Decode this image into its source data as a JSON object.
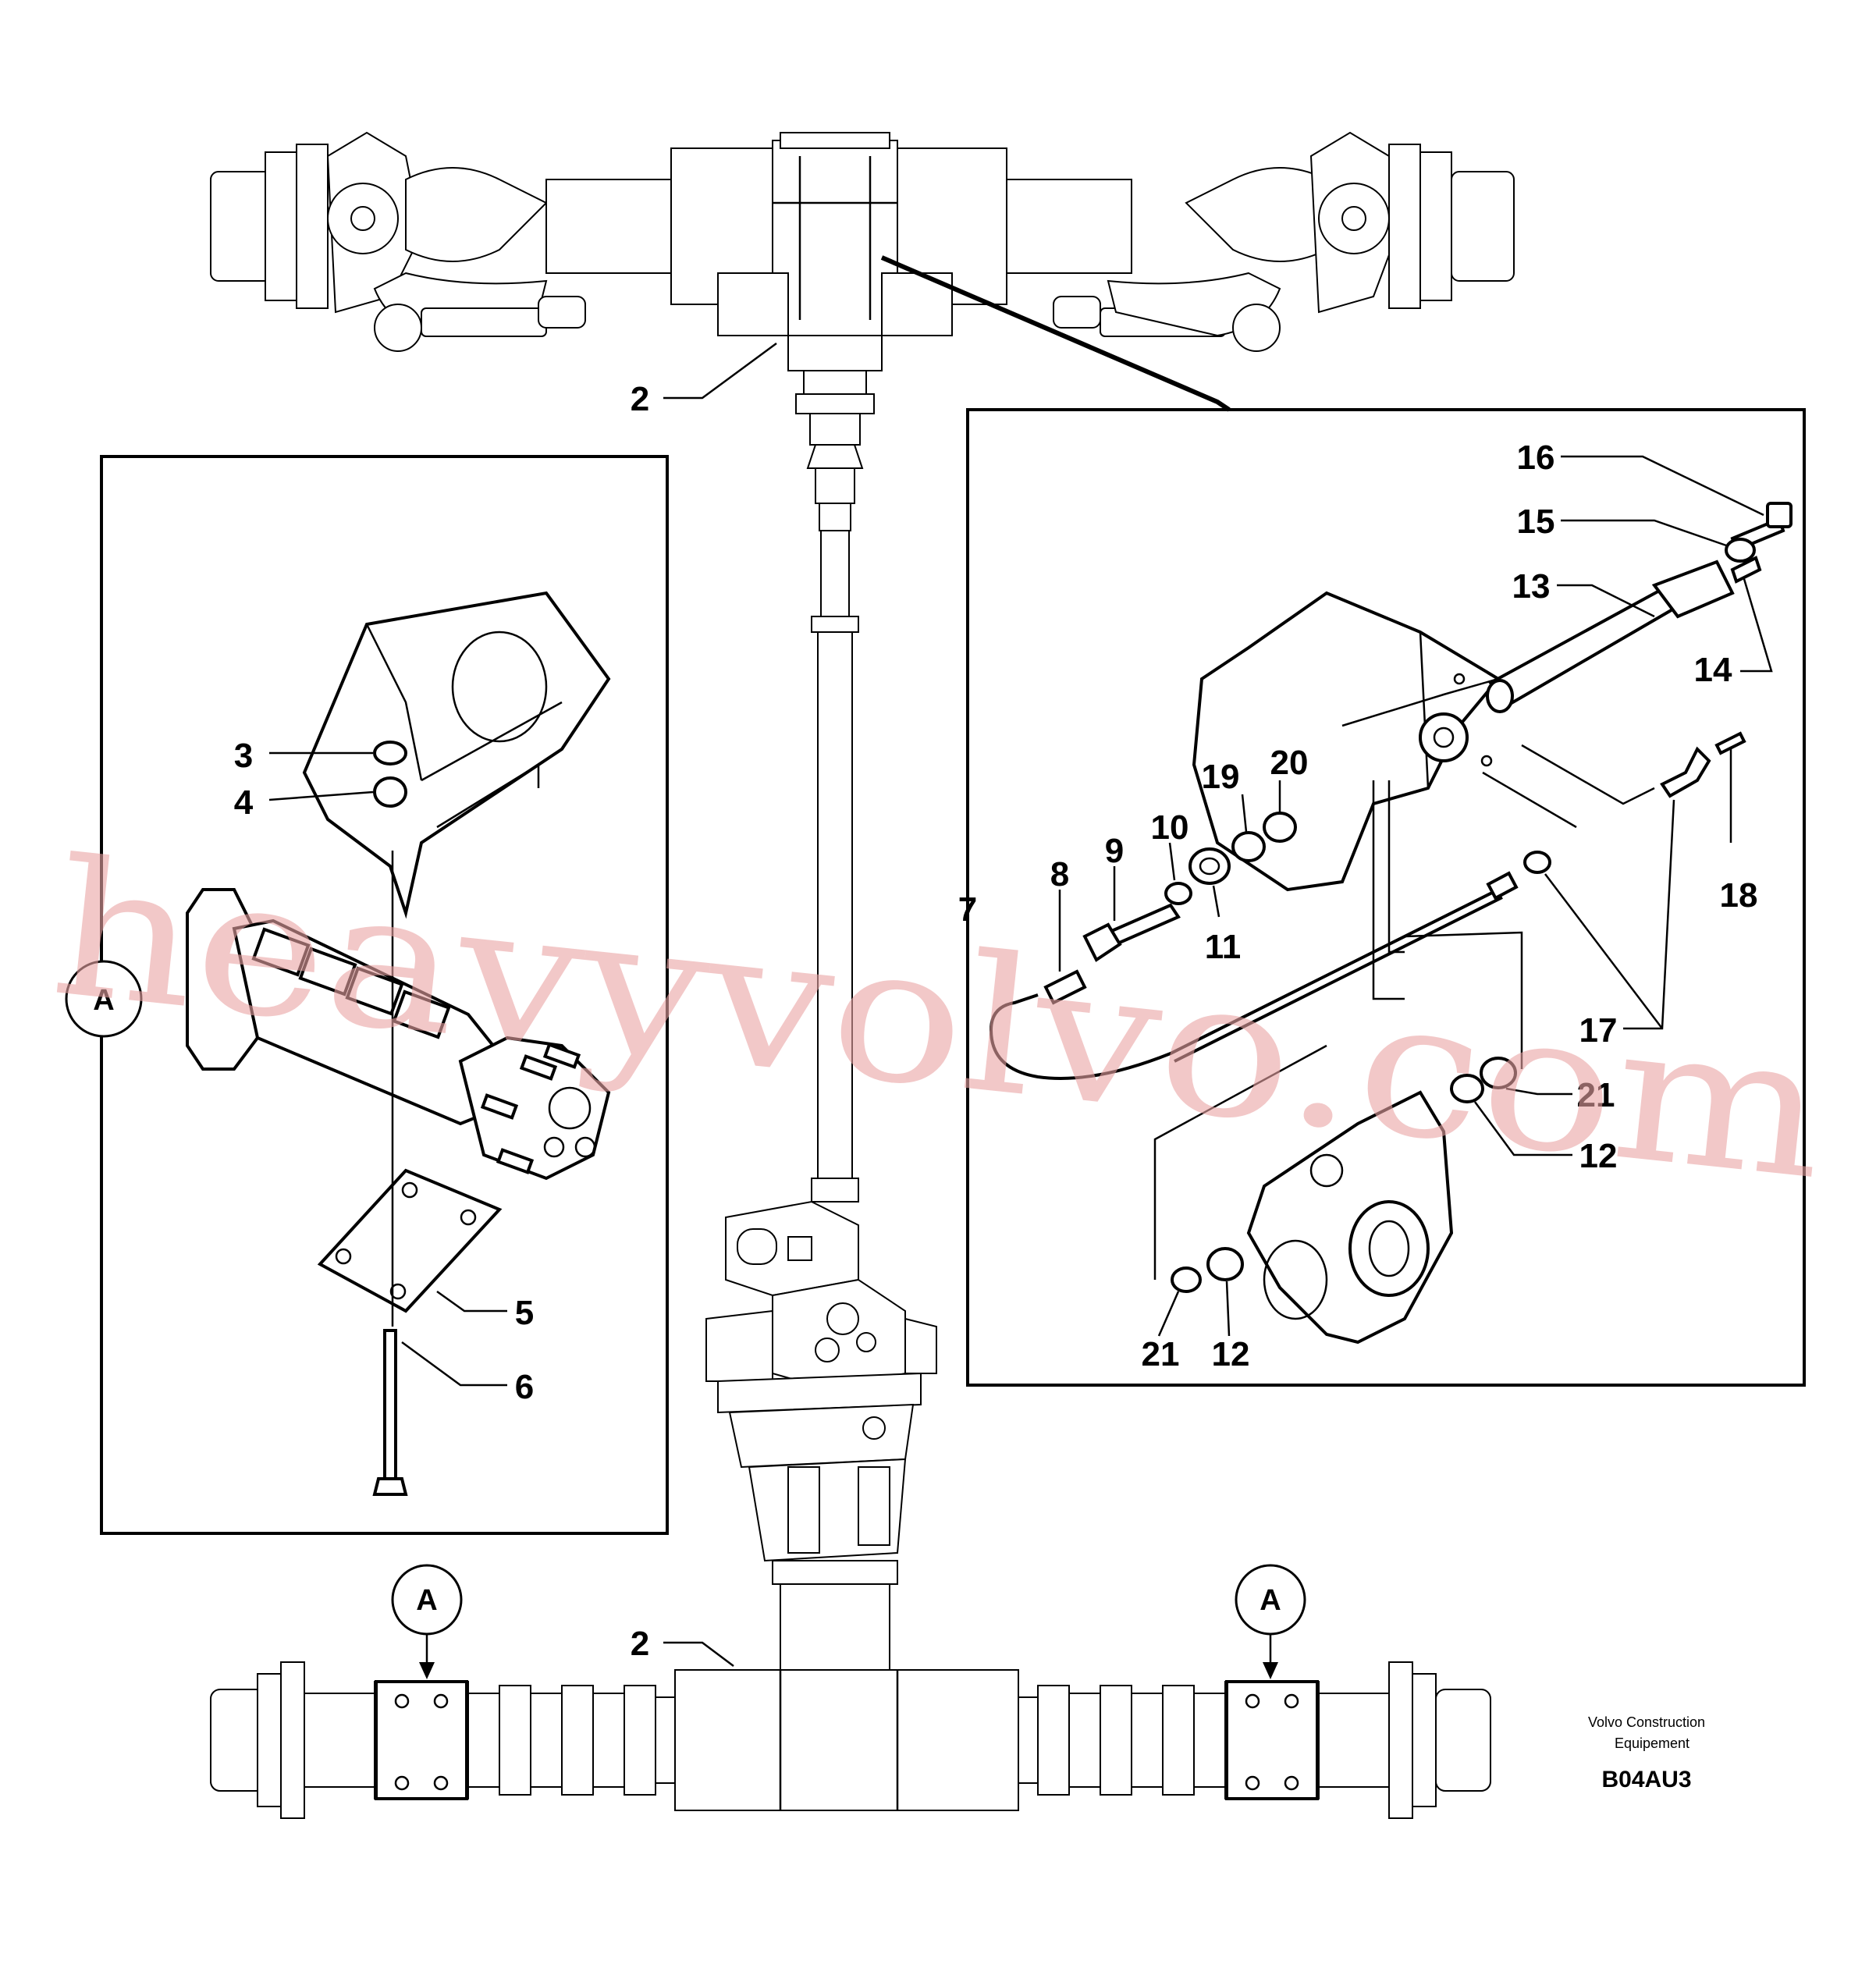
{
  "callouts": {
    "c2_top": "2",
    "c2_bottom": "2",
    "c3": "3",
    "c4": "4",
    "c5": "5",
    "c6": "6",
    "c7": "7",
    "c8": "8",
    "c9": "9",
    "c10": "10",
    "c11": "11",
    "c12a": "12",
    "c12b": "12",
    "c13": "13",
    "c14": "14",
    "c15": "15",
    "c16": "16",
    "c17": "17",
    "c18": "18",
    "c19": "19",
    "c20": "20",
    "c21a": "21",
    "c21b": "21"
  },
  "references": {
    "ref_detail": "A",
    "ref_left": "A",
    "ref_right": "A"
  },
  "caption": {
    "line1": "Volvo Construction",
    "line2": "Equipement",
    "drawing_code": "B04AU3"
  },
  "watermark": "heavyvolvo.com",
  "colors": {
    "line": "#000000",
    "background": "#ffffff",
    "watermark": "#e9a3a3"
  }
}
